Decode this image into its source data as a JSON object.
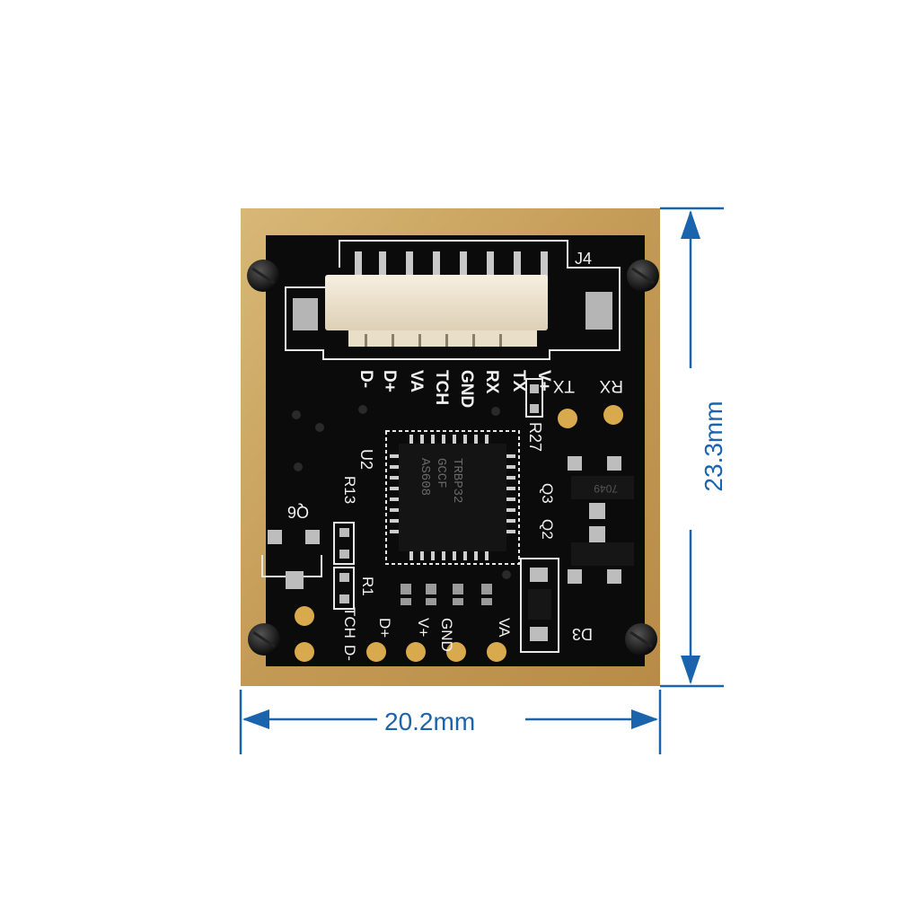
{
  "dimensions": {
    "width_label": "20.2mm",
    "height_label": "23.3mm",
    "color": "#1a63ad"
  },
  "board": {
    "colors": {
      "frame": "#c9a35e",
      "pcb": "#0b0b0b",
      "silk": "#f2f2f2",
      "connector": "#efe6d2",
      "pad": "#d9a94e"
    },
    "connector_ref": "J4",
    "connector_marks": [
      "D-",
      "D+",
      "VA",
      "TCH",
      "GND",
      "RX",
      "TX",
      "V+"
    ],
    "side_marks": [
      "TX",
      "RX"
    ],
    "ic_ref": "U2",
    "ic_markings": [
      "AS608",
      "GCCF",
      "TRBP32"
    ],
    "resistor_refs": [
      "R27",
      "R13",
      "R1"
    ],
    "transistor_refs": [
      "Q3",
      "Q2",
      "Q6"
    ],
    "diode_ref": "D3",
    "chip_code": "7049",
    "bottom_pad_labels": [
      "D-",
      "D+",
      "V+",
      "GND",
      "VA",
      "TCH"
    ]
  }
}
